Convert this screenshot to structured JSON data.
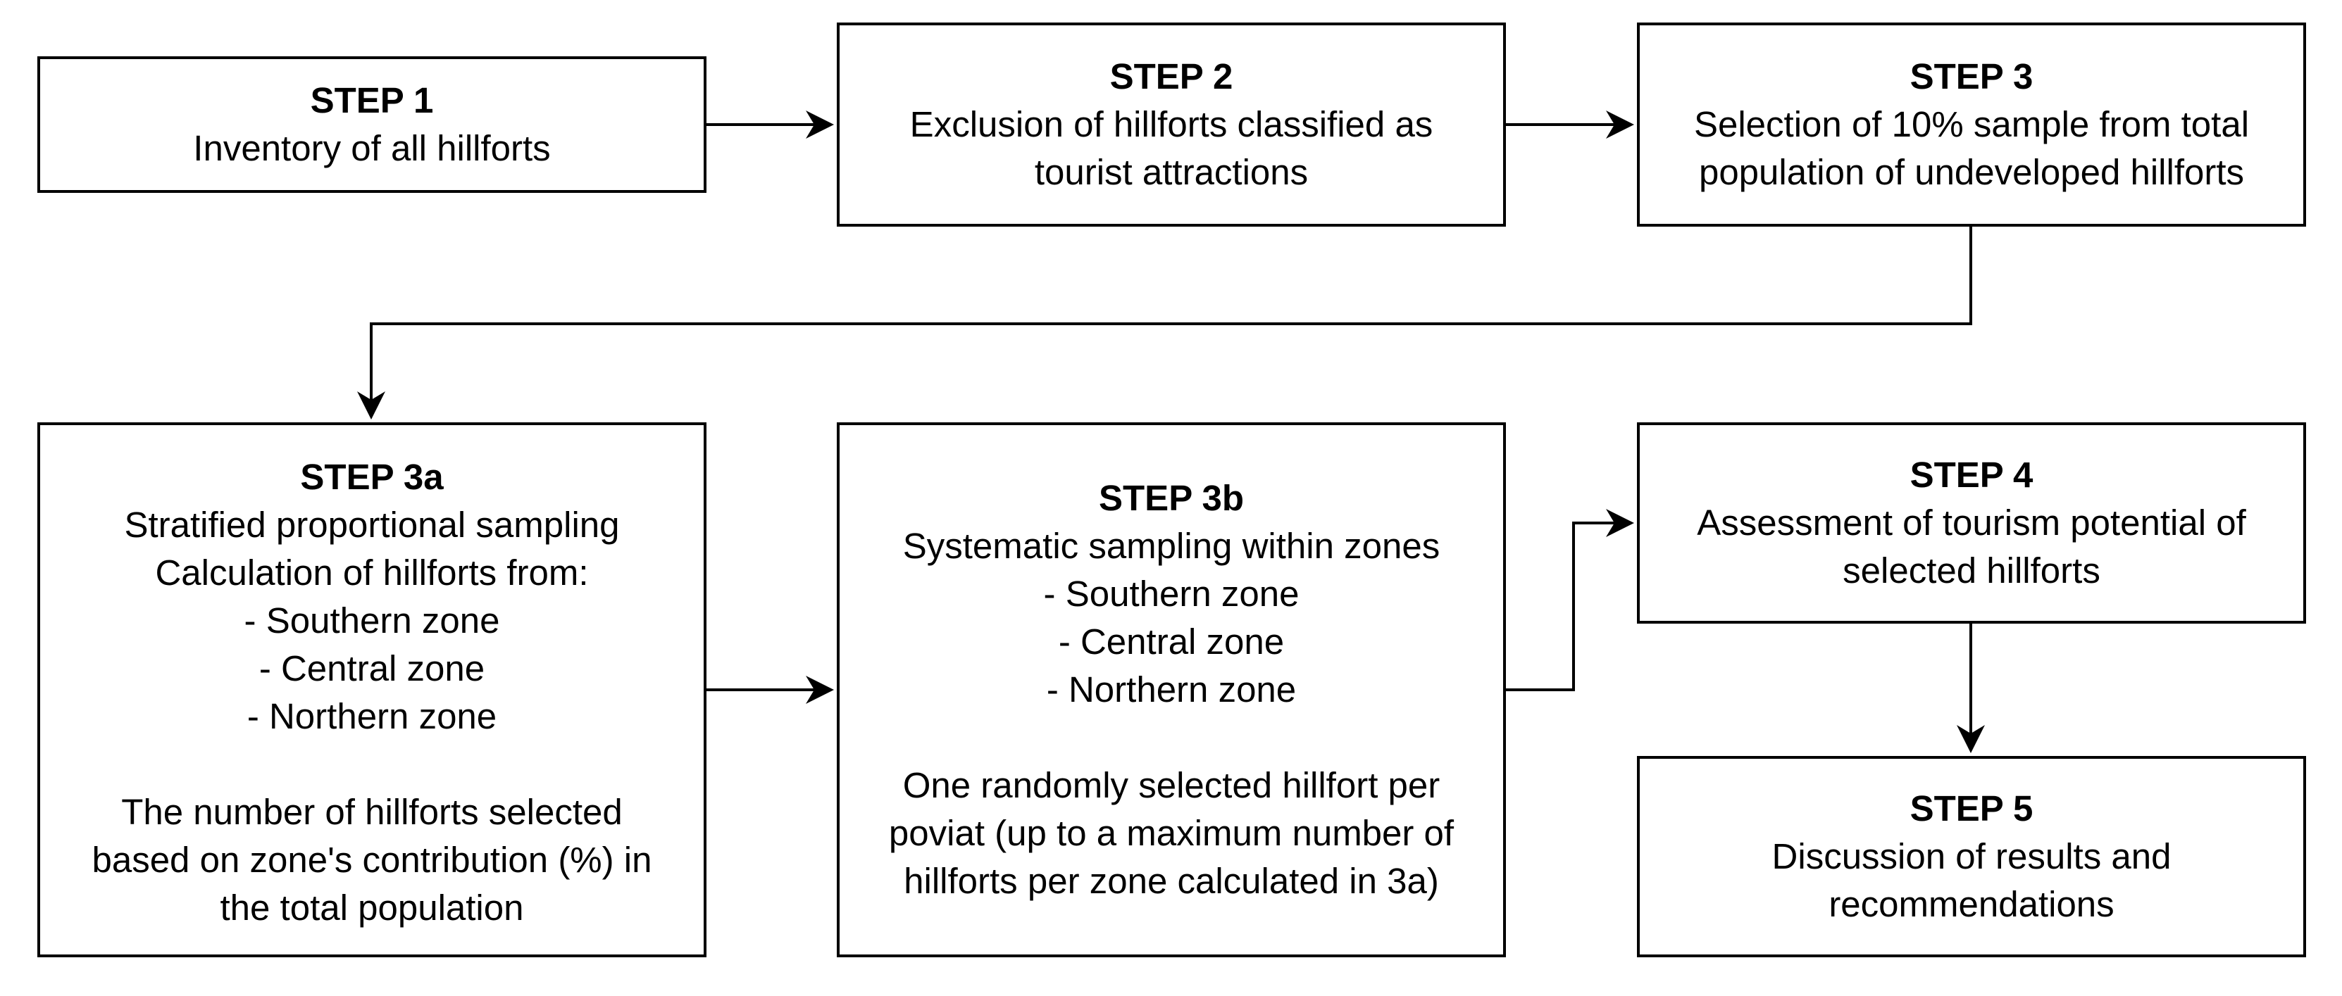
{
  "steps": {
    "step1": {
      "title": "STEP 1",
      "lines": [
        "Inventory of all hillforts"
      ]
    },
    "step2": {
      "title": "STEP 2",
      "lines": [
        "Exclusion of hillforts classified as",
        "tourist attractions"
      ]
    },
    "step3": {
      "title": "STEP 3",
      "lines": [
        "Selection of 10% sample from total",
        "population of undeveloped hillforts"
      ]
    },
    "step3a": {
      "title": "STEP 3a",
      "lines": [
        "Stratified proportional sampling",
        "Calculation of hillforts from:",
        "- Southern zone",
        "- Central zone",
        "- Northern zone"
      ],
      "note_lines": [
        "The number of hillforts selected",
        "based on zone's contribution (%) in",
        "the total population"
      ]
    },
    "step3b": {
      "title": "STEP 3b",
      "lines": [
        "Systematic sampling within zones",
        "- Southern zone",
        "- Central zone",
        "- Northern zone"
      ],
      "note_lines": [
        "One randomly selected hillfort per",
        "poviat (up to a maximum number of",
        "hillforts per zone calculated in 3a)"
      ]
    },
    "step4": {
      "title": "STEP 4",
      "lines": [
        "Assessment of tourism potential of",
        "selected hillforts"
      ]
    },
    "step5": {
      "title": "STEP 5",
      "lines": [
        "Discussion of results and",
        "recommendations"
      ]
    }
  },
  "colors": {
    "stroke": "#000000",
    "background": "#ffffff"
  }
}
